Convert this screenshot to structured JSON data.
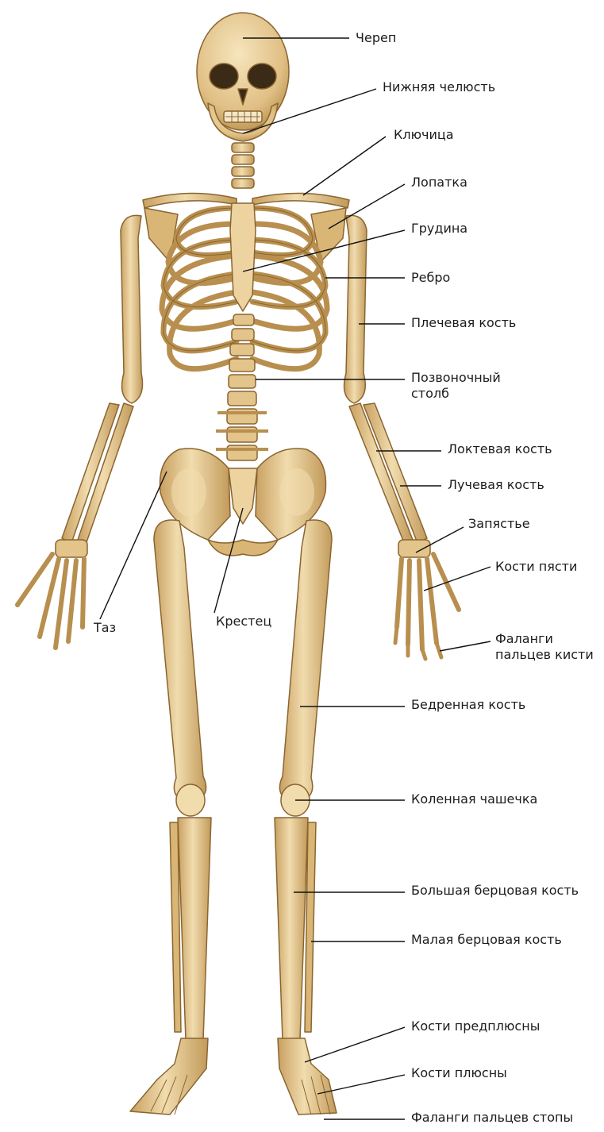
{
  "diagram": {
    "colors": {
      "bone": "#e3c48b",
      "bone_light": "#f1dcae",
      "bone_dark": "#b88f4e",
      "outline": "#8a6530",
      "leader": "#111111",
      "text": "#1c1c1c"
    },
    "labels": {
      "skull": "Череп",
      "mandible": "Нижняя челюсть",
      "clavicle": "Ключица",
      "scapula": "Лопатка",
      "sternum": "Грудина",
      "rib": "Ребро",
      "humerus": "Плечевая кость",
      "spine": "Позвоночный столб",
      "ulna": "Локтевая кость",
      "radius": "Лучевая кость",
      "wrist": "Запястье",
      "metacarpals": "Кости пясти",
      "finger_phalanges": "Фаланги пальцев кисти",
      "pelvis": "Таз",
      "sacrum": "Крестец",
      "femur": "Бедренная кость",
      "patella": "Коленная чашечка",
      "tibia": "Большая берцовая кость",
      "fibula": "Малая берцовая кость",
      "tarsals": "Кости предплюсны",
      "metatarsals": "Кости плюсны",
      "toe_phalanges": "Фаланги пальцев стопы"
    }
  }
}
